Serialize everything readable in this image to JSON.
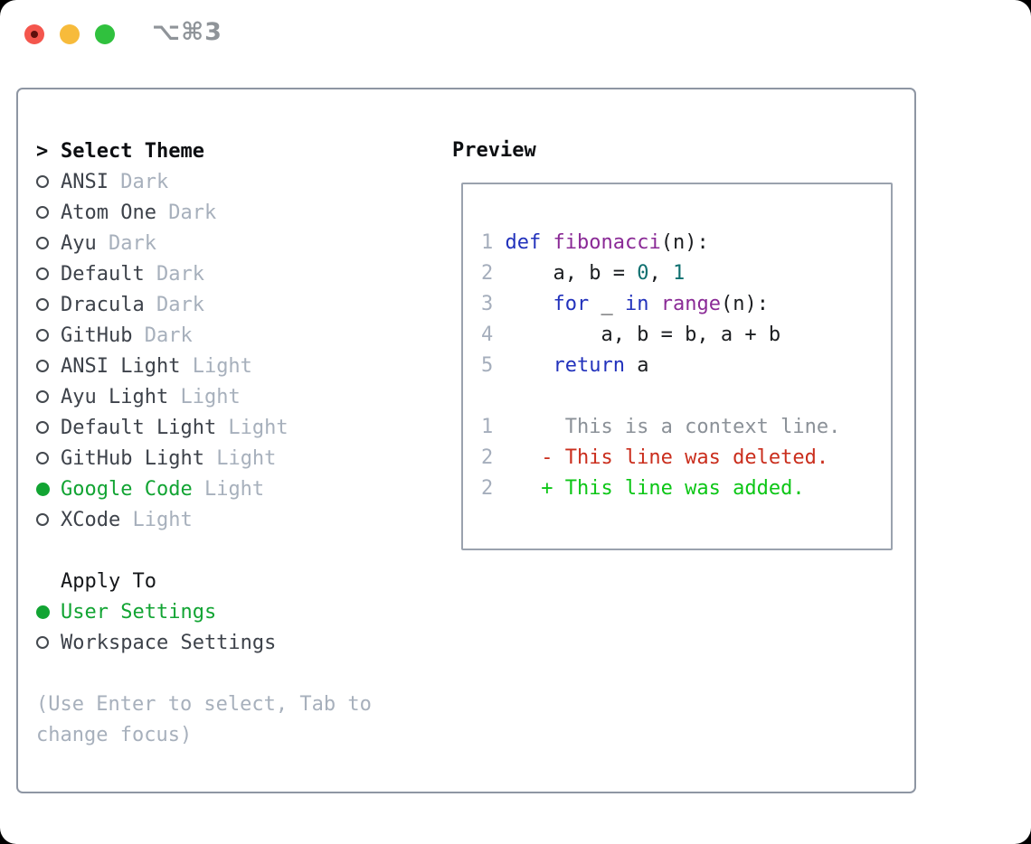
{
  "colors": {
    "traffic-red": "#f4564d",
    "traffic-yellow": "#f7bb3b",
    "traffic-green": "#30c13e",
    "shortcut-gray": "#8f9499",
    "border-gray": "#8e96a3",
    "preview-border": "#9aa2ae",
    "heading-black": "#0c0e11",
    "text-dark": "#3d424a",
    "muted-gray": "#a7b0bc",
    "accent-green": "#12a433",
    "line-number": "#a5aebc",
    "kw-blue": "#2232bc",
    "fn-purple": "#8a2a96",
    "lit-teal": "#0e6f6f",
    "context-gray": "#8b9198",
    "deleted-red": "#ca2e1d",
    "added-green": "#0cc616"
  },
  "titlebar": {
    "shortcut": "⌥⌘3",
    "buttons": [
      "close",
      "minimize",
      "zoom"
    ]
  },
  "panel": {
    "caret": ">",
    "title": "Select Theme",
    "themes": [
      {
        "name": "ANSI",
        "variant": "Dark",
        "selected": false
      },
      {
        "name": "Atom One",
        "variant": "Dark",
        "selected": false
      },
      {
        "name": "Ayu",
        "variant": "Dark",
        "selected": false
      },
      {
        "name": "Default",
        "variant": "Dark",
        "selected": false
      },
      {
        "name": "Dracula",
        "variant": "Dark",
        "selected": false
      },
      {
        "name": "GitHub",
        "variant": "Dark",
        "selected": false
      },
      {
        "name": "ANSI Light",
        "variant": "Light",
        "selected": false
      },
      {
        "name": "Ayu Light",
        "variant": "Light",
        "selected": false
      },
      {
        "name": "Default Light",
        "variant": "Light",
        "selected": false
      },
      {
        "name": "GitHub Light",
        "variant": "Light",
        "selected": false
      },
      {
        "name": "Google Code",
        "variant": "Light",
        "selected": true
      },
      {
        "name": "XCode",
        "variant": "Light",
        "selected": false
      }
    ],
    "apply_title": "Apply To",
    "apply_options": [
      {
        "name": "User Settings",
        "selected": true
      },
      {
        "name": "Workspace Settings",
        "selected": false
      }
    ],
    "help_lines": [
      "(Use Enter to select, Tab to",
      "change focus)"
    ]
  },
  "preview": {
    "title": "Preview",
    "lines": [
      {
        "num": "1",
        "tokens": [
          {
            "t": "def",
            "c": "kw"
          },
          {
            "t": " ",
            "c": "plain"
          },
          {
            "t": "fibonacci",
            "c": "fn"
          },
          {
            "t": "(n):",
            "c": "plain"
          }
        ]
      },
      {
        "num": "2",
        "tokens": [
          {
            "t": "    a, b = ",
            "c": "plain"
          },
          {
            "t": "0",
            "c": "lit"
          },
          {
            "t": ", ",
            "c": "plain"
          },
          {
            "t": "1",
            "c": "lit"
          }
        ]
      },
      {
        "num": "3",
        "tokens": [
          {
            "t": "    ",
            "c": "plain"
          },
          {
            "t": "for",
            "c": "kw"
          },
          {
            "t": " _ ",
            "c": "plain"
          },
          {
            "t": "in",
            "c": "kw"
          },
          {
            "t": " ",
            "c": "plain"
          },
          {
            "t": "range",
            "c": "fn"
          },
          {
            "t": "(n):",
            "c": "plain"
          }
        ]
      },
      {
        "num": "4",
        "tokens": [
          {
            "t": "        a, b = b, a + b",
            "c": "plain"
          }
        ]
      },
      {
        "num": "5",
        "tokens": [
          {
            "t": "    ",
            "c": "plain"
          },
          {
            "t": "return",
            "c": "kw"
          },
          {
            "t": " a",
            "c": "plain"
          }
        ]
      },
      {
        "num": "",
        "tokens": []
      },
      {
        "num": "1",
        "tokens": [
          {
            "t": "     This is a context line.",
            "c": "context"
          }
        ]
      },
      {
        "num": "2",
        "tokens": [
          {
            "t": "   - This line was deleted.",
            "c": "deleted"
          }
        ]
      },
      {
        "num": "2",
        "tokens": [
          {
            "t": "   + This line was added.",
            "c": "added"
          }
        ]
      }
    ]
  }
}
